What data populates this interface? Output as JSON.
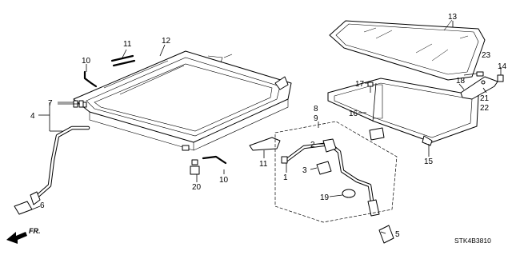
{
  "diagram": {
    "code": "STK4B3810",
    "direction_label": "FR.",
    "callouts": [
      "1",
      "2",
      "3",
      "4",
      "5",
      "6",
      "7",
      "8",
      "9",
      "10",
      "10",
      "11",
      "11",
      "12",
      "13",
      "14",
      "15",
      "16",
      "17",
      "18",
      "19",
      "20",
      "21",
      "22",
      "23"
    ]
  }
}
